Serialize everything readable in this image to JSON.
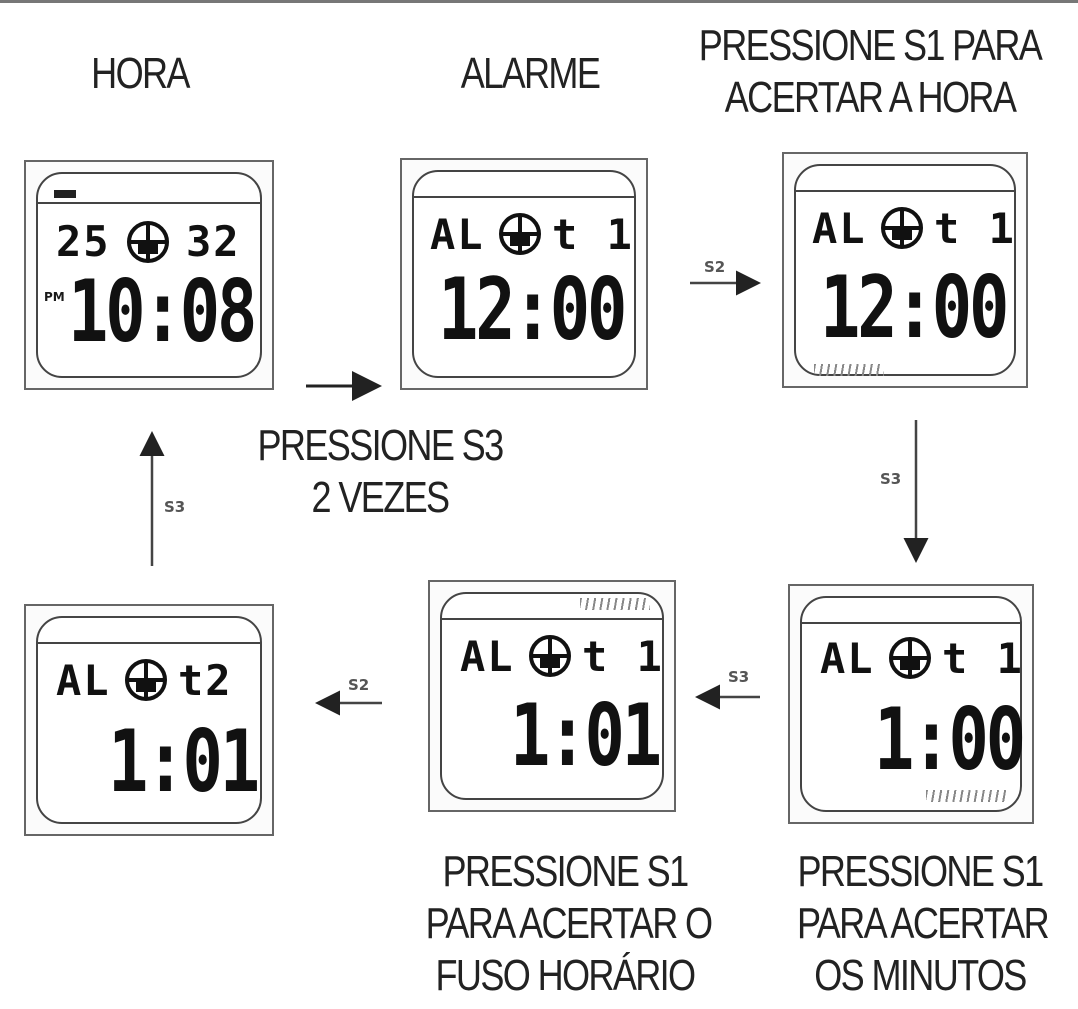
{
  "captions": {
    "hora": "HORA",
    "alarme": "ALARME",
    "acertar_hora": [
      "PRESSIONE S1 PARA",
      "ACERTAR A HORA"
    ],
    "s3_twice": [
      "PRESSIONE S3",
      "2 VEZES"
    ],
    "fuso": [
      "PRESSIONE S1",
      "PARA ACERTAR O",
      "FUSO HORÁRIO"
    ],
    "minutos": [
      "PRESSIONE S1",
      "PARA ACERTAR",
      "OS MINUTOS"
    ]
  },
  "displays": {
    "hora": {
      "top_left": "25",
      "top_right": "32",
      "main": "10:08",
      "pm": "PM"
    },
    "alarme": {
      "top_left": "AL",
      "top_right": "t 1",
      "main": "12:00"
    },
    "acertar_hora": {
      "top_left": "AL",
      "top_right": "t 1",
      "main": "12:00"
    },
    "minutos": {
      "top_left": "AL",
      "top_right": "t 1",
      "main": "1:00"
    },
    "fuso": {
      "top_left": "AL",
      "top_right": "t 1",
      "main": "1:01"
    },
    "t2": {
      "top_left": "AL",
      "top_right": "t2",
      "main": "1:01"
    }
  },
  "arrows": {
    "s2_a": "S2",
    "s3_down": "S3",
    "s3_left": "S3",
    "s2_b": "S2",
    "s3_up": "S3"
  },
  "icons": [
    "globe-icon",
    "battery-icon",
    "arrow-right-icon",
    "arrow-down-icon",
    "arrow-left-icon",
    "arrow-up-icon"
  ]
}
